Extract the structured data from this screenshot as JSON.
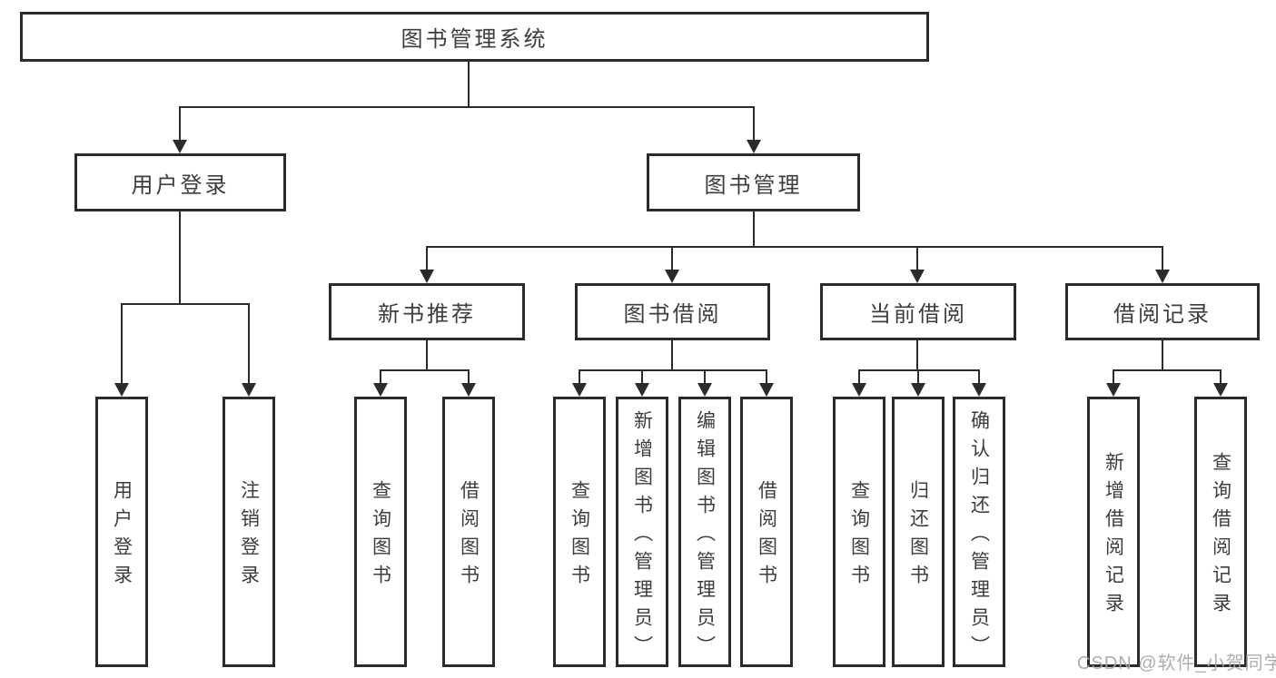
{
  "diagram": {
    "root": {
      "label": "图书管理系统"
    },
    "level2": [
      {
        "label": "用户登录",
        "children": [
          {
            "label": "用户登录"
          },
          {
            "label": "注销登录"
          }
        ]
      },
      {
        "label": "图书管理",
        "children": [
          {
            "label": "新书推荐",
            "children": [
              {
                "label": "查询图书"
              },
              {
                "label": "借阅图书"
              }
            ]
          },
          {
            "label": "图书借阅",
            "children": [
              {
                "label": "查询图书"
              },
              {
                "label": "新增图书（管理员）"
              },
              {
                "label": "编辑图书（管理员）"
              },
              {
                "label": "借阅图书"
              }
            ]
          },
          {
            "label": "当前借阅",
            "children": [
              {
                "label": "查询图书"
              },
              {
                "label": "归还图书"
              },
              {
                "label": "确认归还（管理员）"
              }
            ]
          },
          {
            "label": "借阅记录",
            "children": [
              {
                "label": "新增借阅记录"
              },
              {
                "label": "查询借阅记录"
              }
            ]
          }
        ]
      }
    ]
  },
  "watermark": {
    "text": "CSDN @软件_小贺同学"
  },
  "colors": {
    "line": "#2b2b2b",
    "box_border": "#2b2b2b",
    "text": "#3d3d3d",
    "watermark": "#a5a5a5",
    "background": "#ffffff"
  }
}
